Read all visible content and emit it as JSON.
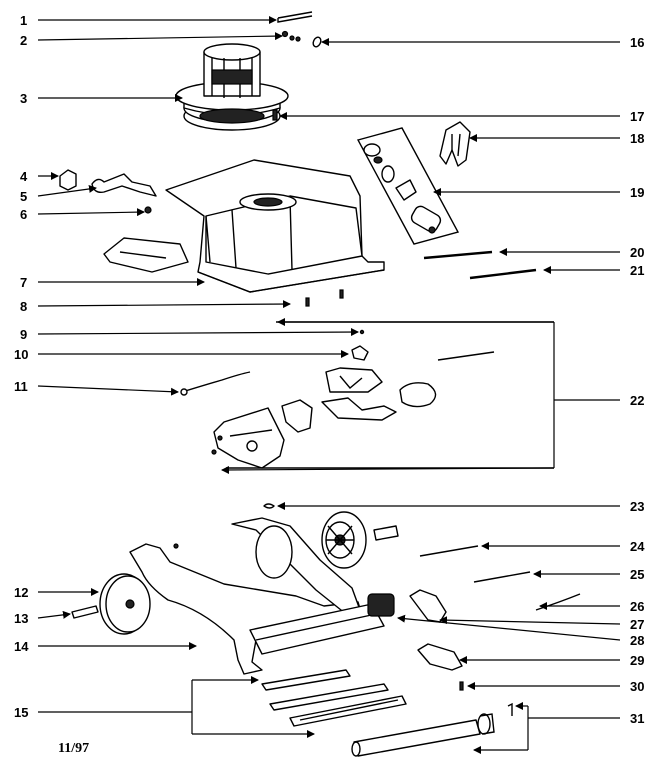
{
  "diagram": {
    "date_code": "11/97",
    "callouts": [
      "1",
      "2",
      "3",
      "4",
      "5",
      "6",
      "7",
      "8",
      "9",
      "10",
      "11",
      "12",
      "13",
      "14",
      "15",
      "16",
      "17",
      "18",
      "19",
      "20",
      "21",
      "22",
      "23",
      "24",
      "25",
      "26",
      "27",
      "28",
      "29",
      "30",
      "31"
    ]
  }
}
